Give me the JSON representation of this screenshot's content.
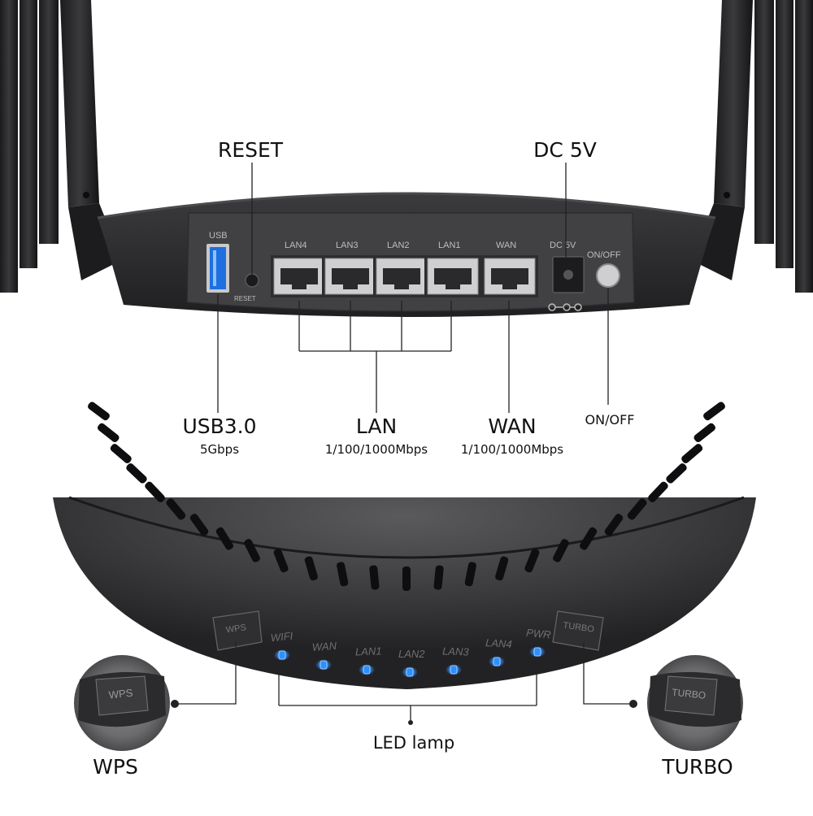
{
  "top_section": {
    "callouts": {
      "reset": "RESET",
      "dc": "DC 5V",
      "usb_title": "USB3.0",
      "usb_speed": "5Gbps",
      "lan_title": "LAN",
      "lan_speed": "1/100/1000Mbps",
      "wan_title": "WAN",
      "wan_speed": "1/100/1000Mbps",
      "power": "ON/OFF"
    },
    "panel_labels": {
      "usb": "USB",
      "reset": "RESET",
      "lan4": "LAN4",
      "lan3": "LAN3",
      "lan2": "LAN2",
      "lan1": "LAN1",
      "wan": "WAN",
      "dc": "DC 5V",
      "onoff": "ON/OFF"
    }
  },
  "bottom_section": {
    "buttons": {
      "wps": "WPS",
      "turbo": "TURBO"
    },
    "indicators": [
      "WIFI",
      "WAN",
      "LAN1",
      "LAN2",
      "LAN3",
      "LAN4",
      "PWR"
    ],
    "callouts": {
      "led": "LED lamp",
      "wps": "WPS",
      "turbo": "TURBO"
    }
  },
  "colors": {
    "led": "#2f8fff",
    "body": "#2a2a2c",
    "panel": "#3c3c3e"
  }
}
